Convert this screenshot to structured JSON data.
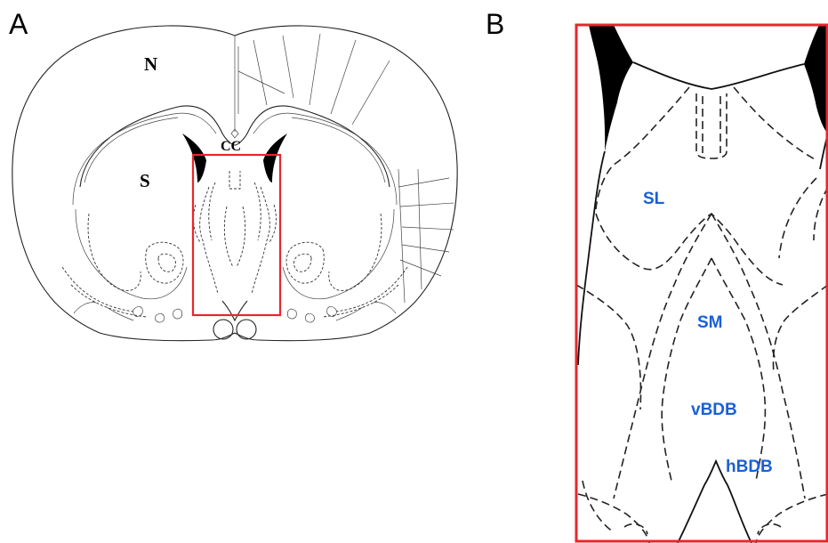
{
  "panels": {
    "a": {
      "letter": "A",
      "labels": {
        "neocortex": "N",
        "striatum": "S",
        "corpus_callosum": "CC"
      }
    },
    "b": {
      "letter": "B",
      "labels": {
        "lateral_septum": "SL",
        "medial_septum": "SM",
        "vertical_limb": "vBDB",
        "horizontal_limb": "hBDB"
      }
    }
  },
  "colors": {
    "highlight_box": "#e8262d",
    "region_label": "#1a5fd6",
    "ventricle": "#000000"
  }
}
